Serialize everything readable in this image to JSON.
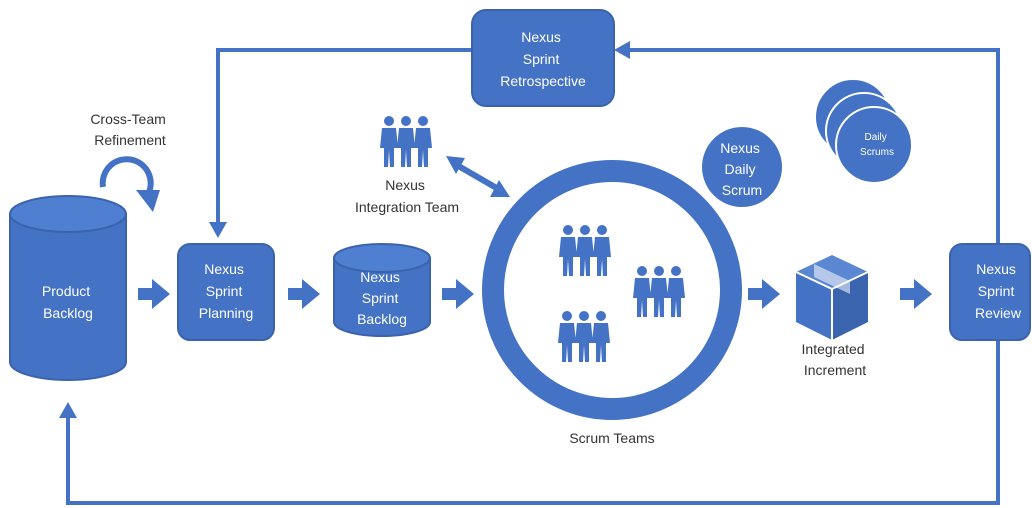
{
  "colors": {
    "primary": "#4472c4",
    "stroke": "#3b63ad",
    "text_dark": "#333333",
    "text_light": "#ffffff"
  },
  "nodes": {
    "product_backlog": [
      "Product",
      "Backlog"
    ],
    "cross_team_refinement": [
      "Cross-Team",
      "Refinement"
    ],
    "sprint_planning": [
      "Nexus",
      "Sprint",
      "Planning"
    ],
    "sprint_backlog": [
      "Nexus",
      "Sprint",
      "Backlog"
    ],
    "integration_team": [
      "Nexus",
      "Integration Team"
    ],
    "retrospective": [
      "Nexus",
      "Sprint",
      "Retrospective"
    ],
    "daily_scrum": [
      "Nexus",
      "Daily",
      "Scrum"
    ],
    "daily_scrums": [
      "Daily",
      "Scrums"
    ],
    "scrum_teams": "Scrum Teams",
    "integrated_increment": [
      "Integrated",
      "Increment"
    ],
    "sprint_review": [
      "Nexus",
      "Sprint",
      "Review"
    ]
  },
  "icons": {
    "people": "people-group-icon",
    "box": "cube-box-icon",
    "cycle": "circular-arrow-icon"
  }
}
